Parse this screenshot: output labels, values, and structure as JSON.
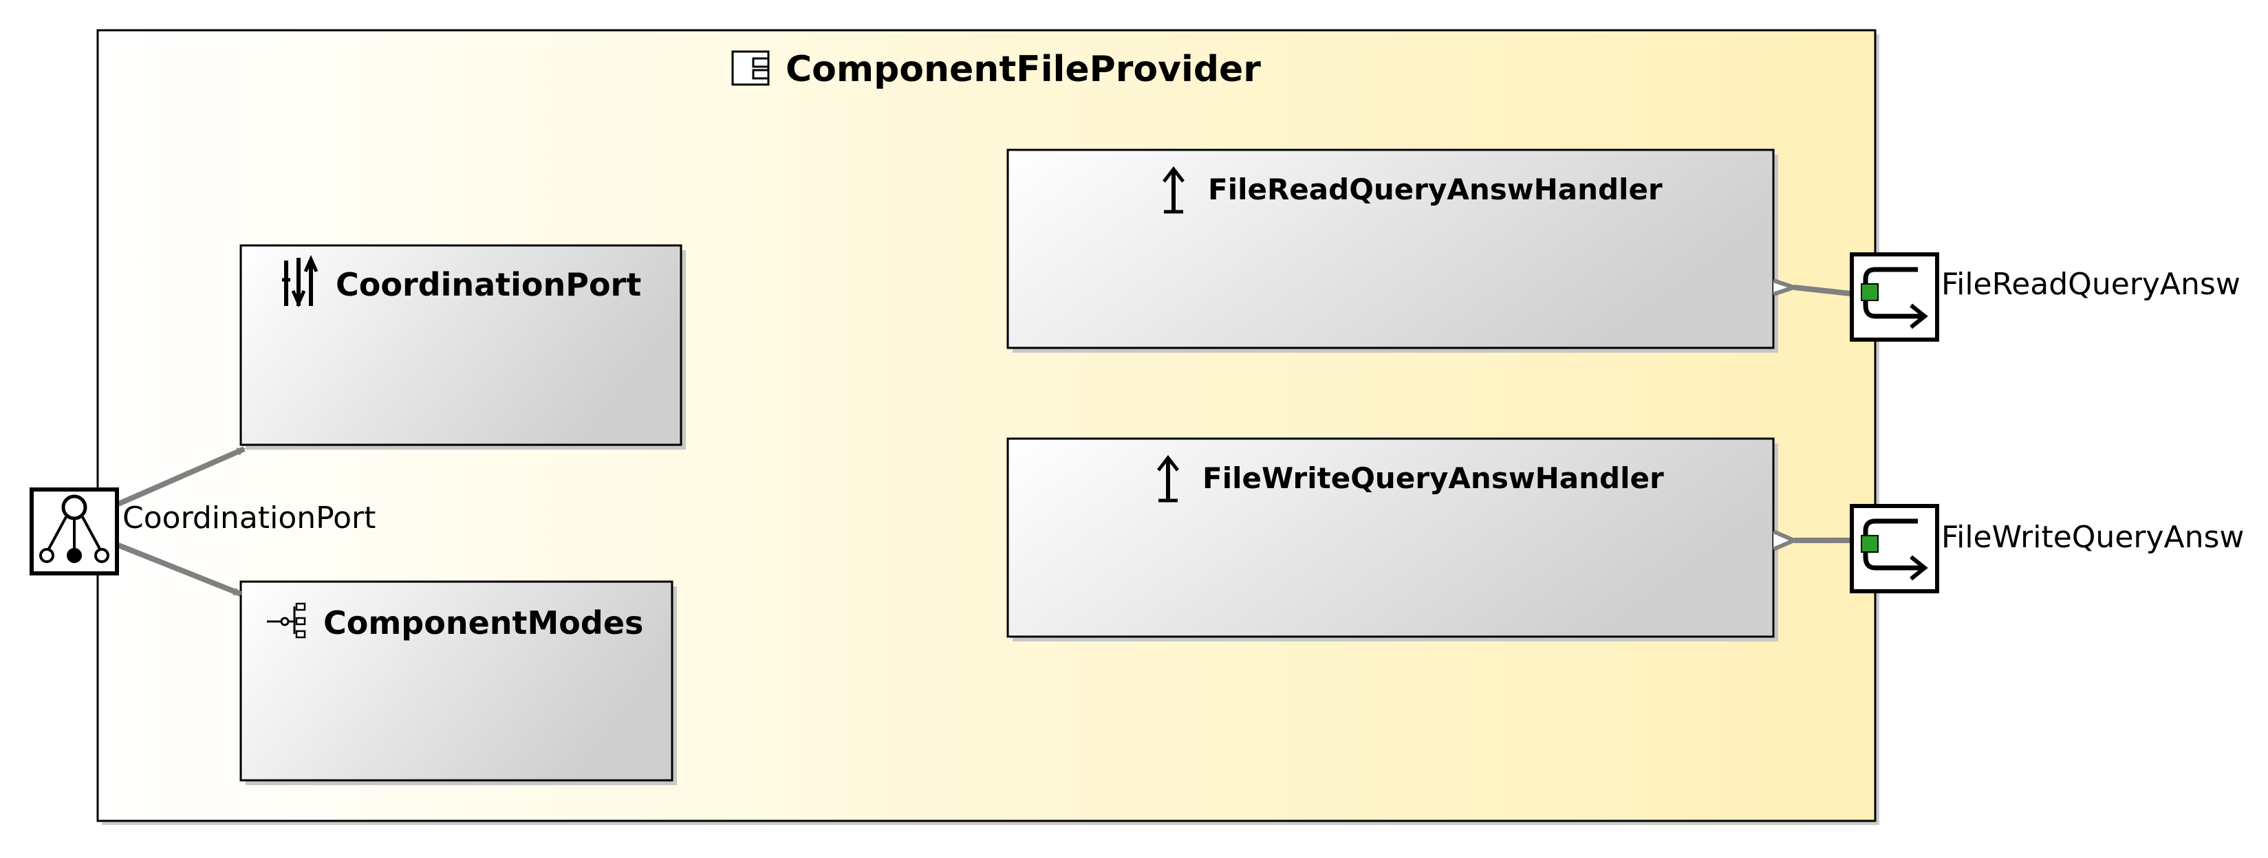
{
  "component": {
    "title": "ComponentFileProvider",
    "icon": "component-icon"
  },
  "parts": [
    {
      "id": "coordination",
      "title": "CoordinationPort",
      "icon": "coordination-icon"
    },
    {
      "id": "modes",
      "title": "ComponentModes",
      "icon": "modes-icon"
    },
    {
      "id": "read",
      "title": "FileReadQueryAnswHandler",
      "icon": "arrow-up-icon"
    },
    {
      "id": "write",
      "title": "FileWriteQueryAnswHandler",
      "icon": "arrow-up-icon"
    }
  ],
  "ports": {
    "coordination": {
      "label": "CoordinationPort",
      "icon": "coordination-port-icon"
    },
    "read": {
      "label": "FileReadQueryAnsw",
      "icon": "query-answer-port-icon"
    },
    "write": {
      "label": "FileWriteQueryAnsw",
      "icon": "query-answer-port-icon"
    }
  },
  "colors": {
    "component_fill_start": "#ffffff",
    "component_fill_end": "#fff0b8",
    "part_fill_start": "#ffffff",
    "part_fill_end": "#cfcfcf",
    "connector": "#808080",
    "port_inner": "#2aa02a"
  }
}
